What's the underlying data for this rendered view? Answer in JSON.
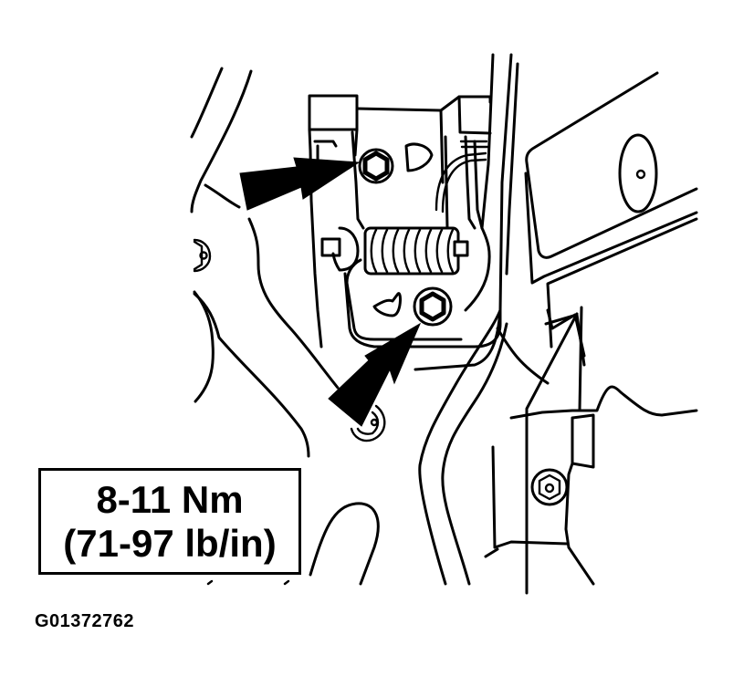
{
  "figure": {
    "type": "technical-line-drawing",
    "subject": "hinge/spring bracket with two bolt locations indicated by arrows",
    "callouts": [
      {
        "id": "upper-bolt",
        "target": "bolt",
        "pointer": "black-arrow"
      },
      {
        "id": "lower-bolt",
        "target": "bolt",
        "pointer": "black-arrow"
      }
    ]
  },
  "torque_spec": {
    "metric": "8-11 Nm",
    "imperial": "(71-97 lb/in)"
  },
  "figure_id": "G01372762",
  "colors": {
    "line": "#000000",
    "background": "#ffffff"
  }
}
